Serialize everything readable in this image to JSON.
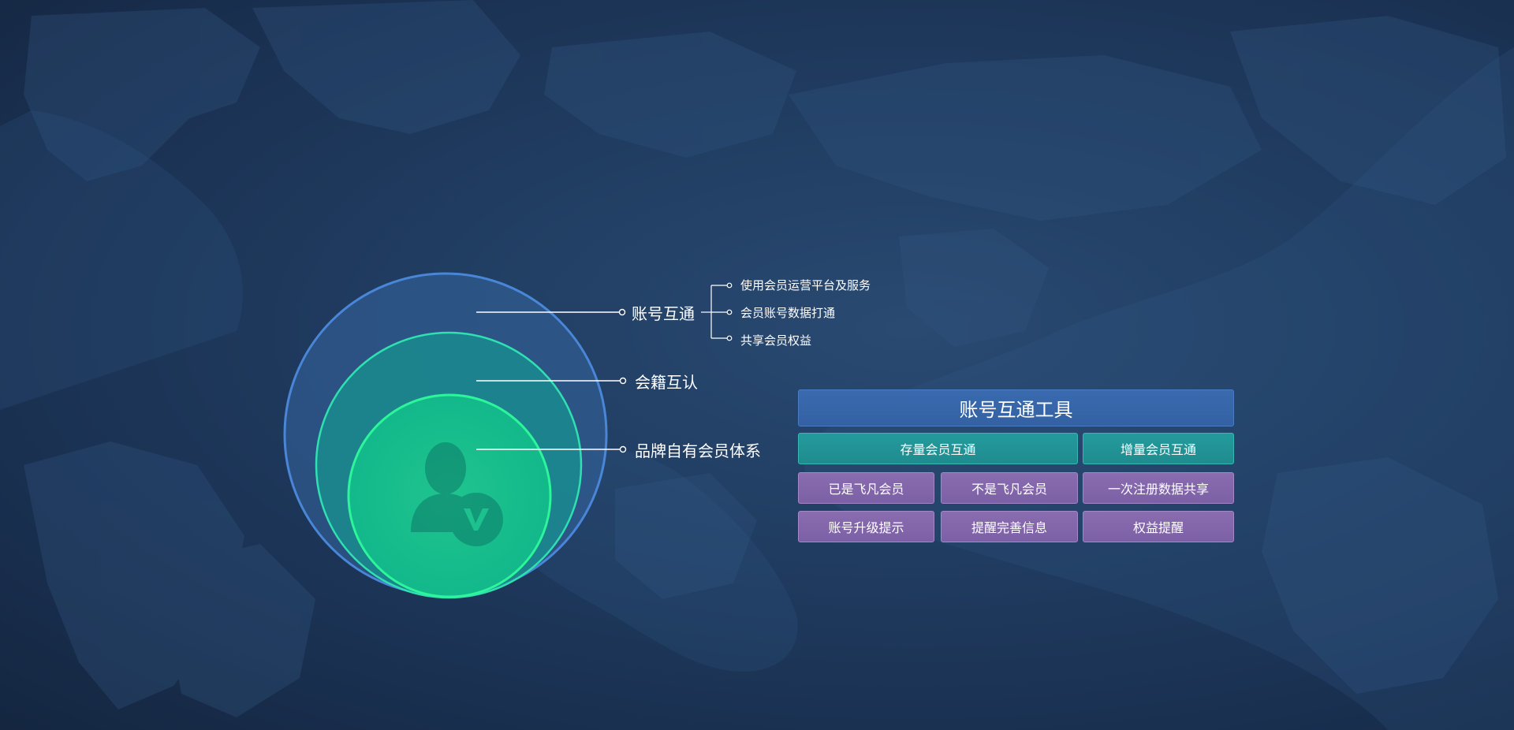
{
  "colors": {
    "background": "#1f3a5f",
    "outer_circle": "#4a86d8",
    "middle_circle": "#2fe0b0",
    "inner_circle": "#2cf59a",
    "tool_header": "#3464a8",
    "tile_teal": "#229497",
    "tile_purple": "#8266aa"
  },
  "diagram": {
    "center_icon": "verified-member-icon",
    "layers": [
      {
        "label": "账号互通"
      },
      {
        "label": "会籍互认"
      },
      {
        "label": "品牌自有会员体系"
      }
    ],
    "account_branches": [
      "使用会员运营平台及服务",
      "会员账号数据打通",
      "共享会员权益"
    ]
  },
  "tool_panel": {
    "title": "账号互通工具",
    "columns": [
      "存量会员互通",
      "增量会员互通"
    ],
    "existing_items": [
      "已是飞凡会员",
      "不是飞凡会员",
      "账号升级提示",
      "提醒完善信息"
    ],
    "new_items": [
      "一次注册数据共享",
      "权益提醒"
    ]
  }
}
